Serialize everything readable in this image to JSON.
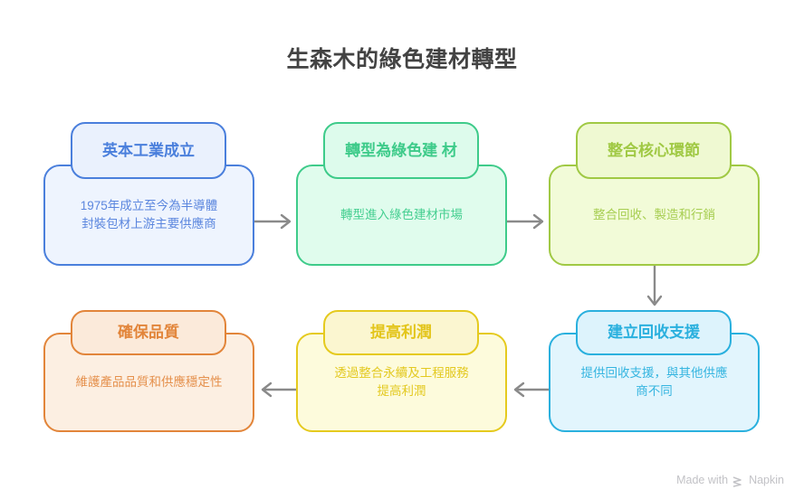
{
  "page": {
    "title": "生森木的綠色建材轉型",
    "background": "#ffffff",
    "title_color": "#434343"
  },
  "diagram": {
    "type": "flow-process",
    "layout": "two-rows-serpentine",
    "nodes": [
      {
        "id": "node-1",
        "header": "英本工業成立",
        "body": "1975年成立至今為半導體\n封裝包材上游主要供應商",
        "accent": "#4a7fdc",
        "header_fill": "#eaf1fd",
        "body_fill": "#eef4fe",
        "row": 1,
        "column": 1
      },
      {
        "id": "node-2",
        "header": "轉型為綠色建\n材",
        "body": "轉型進入綠色建材市場",
        "accent": "#3ecb8a",
        "header_fill": "#ddfbec",
        "body_fill": "#e0fced",
        "row": 1,
        "column": 2
      },
      {
        "id": "node-3",
        "header": "整合核心環節",
        "body": "整合回收、製造和行銷",
        "accent": "#a0c944",
        "header_fill": "#eff9d2",
        "body_fill": "#f2fbd8",
        "row": 1,
        "column": 3
      },
      {
        "id": "node-4",
        "header": "建立回收支援",
        "body": "提供回收支援，與其他供應\n商不同",
        "accent": "#2ab0de",
        "header_fill": "#ddf3fc",
        "body_fill": "#e2f5fd",
        "row": 2,
        "column": 3
      },
      {
        "id": "node-5",
        "header": "提高利潤",
        "body": "透過整合永續及工程服務\n提高利潤",
        "accent": "#e5ca1e",
        "header_fill": "#fbf6d0",
        "body_fill": "#fdfbdc",
        "row": 2,
        "column": 2
      },
      {
        "id": "node-6",
        "header": "確保品質",
        "body": "維護產品品質和供應穩定性",
        "accent": "#e2853a",
        "header_fill": "#fbeada",
        "body_fill": "#fcefe2",
        "row": 2,
        "column": 1
      }
    ],
    "connectors": [
      {
        "id": "connector-1-2",
        "from": "node-1",
        "to": "node-2",
        "direction": "right",
        "color": "#8a8a8a"
      },
      {
        "id": "connector-2-3",
        "from": "node-2",
        "to": "node-3",
        "direction": "right",
        "color": "#8a8a8a"
      },
      {
        "id": "connector-3-4",
        "from": "node-3",
        "to": "node-4",
        "direction": "down",
        "color": "#8a8a8a"
      },
      {
        "id": "connector-4-5",
        "from": "node-4",
        "to": "node-5",
        "direction": "left",
        "color": "#8a8a8a"
      },
      {
        "id": "connector-5-6",
        "from": "node-5",
        "to": "node-6",
        "direction": "left",
        "color": "#8a8a8a"
      }
    ]
  },
  "footer": {
    "made_with_label": "Made with",
    "brand": "Napkin",
    "logo_icon": "napkin-chevrons-icon",
    "color": "#c2c2c6"
  }
}
